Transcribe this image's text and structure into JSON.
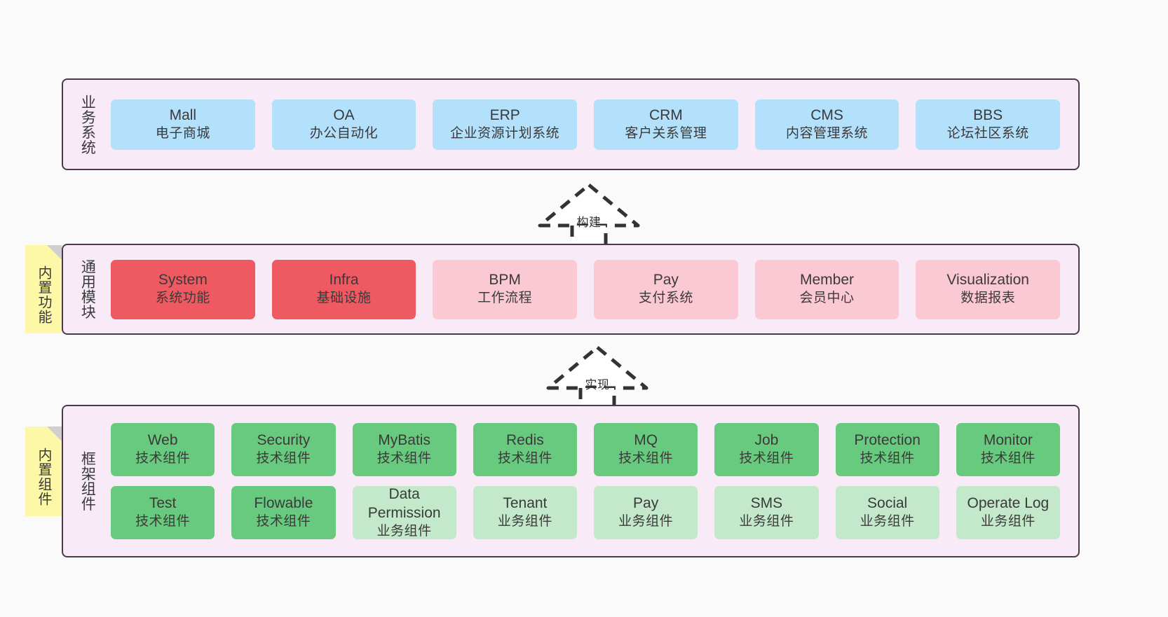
{
  "diagram": {
    "background_color": "#fafafa",
    "panel_color": "#f8eaf6",
    "panel_border_color": "#4a3b4a",
    "sticky_color": "#fdf8a7"
  },
  "layers": [
    {
      "id": "business-system",
      "title": "业务系统",
      "card_color": "#b3e0fb",
      "cards": [
        {
          "en": "Mall",
          "cn": "电子商城"
        },
        {
          "en": "OA",
          "cn": "办公自动化"
        },
        {
          "en": "ERP",
          "cn": "企业资源计划系统"
        },
        {
          "en": "CRM",
          "cn": "客户关系管理"
        },
        {
          "en": "CMS",
          "cn": "内容管理系统"
        },
        {
          "en": "BBS",
          "cn": "论坛社区系统"
        }
      ]
    },
    {
      "id": "common-module",
      "title": "通用模块",
      "sticky": "内置功能",
      "card_colors": {
        "core": "#ef5a62",
        "extra": "#fbc9d3"
      },
      "cards": [
        {
          "en": "System",
          "cn": "系统功能",
          "tone": "core"
        },
        {
          "en": "Infra",
          "cn": "基础设施",
          "tone": "core"
        },
        {
          "en": "BPM",
          "cn": "工作流程",
          "tone": "extra"
        },
        {
          "en": "Pay",
          "cn": "支付系统",
          "tone": "extra"
        },
        {
          "en": "Member",
          "cn": "会员中心",
          "tone": "extra"
        },
        {
          "en": "Visualization",
          "cn": "数据报表",
          "tone": "extra"
        }
      ]
    },
    {
      "id": "framework-component",
      "title": "框架组件",
      "sticky": "内置组件",
      "card_colors": {
        "tech": "#68ca7e",
        "biz": "#c3e9ca"
      },
      "rows": [
        [
          {
            "en": "Web",
            "cn": "技术组件",
            "tone": "tech"
          },
          {
            "en": "Security",
            "cn": "技术组件",
            "tone": "tech"
          },
          {
            "en": "MyBatis",
            "cn": "技术组件",
            "tone": "tech"
          },
          {
            "en": "Redis",
            "cn": "技术组件",
            "tone": "tech"
          },
          {
            "en": "MQ",
            "cn": "技术组件",
            "tone": "tech"
          },
          {
            "en": "Job",
            "cn": "技术组件",
            "tone": "tech"
          },
          {
            "en": "Protection",
            "cn": "技术组件",
            "tone": "tech"
          },
          {
            "en": "Monitor",
            "cn": "技术组件",
            "tone": "tech"
          }
        ],
        [
          {
            "en": "Test",
            "cn": "技术组件",
            "tone": "tech"
          },
          {
            "en": "Flowable",
            "cn": "技术组件",
            "tone": "tech"
          },
          {
            "en": "Data Permission",
            "cn": "业务组件",
            "tone": "biz"
          },
          {
            "en": "Tenant",
            "cn": "业务组件",
            "tone": "biz"
          },
          {
            "en": "Pay",
            "cn": "业务组件",
            "tone": "biz"
          },
          {
            "en": "SMS",
            "cn": "业务组件",
            "tone": "biz"
          },
          {
            "en": "Social",
            "cn": "业务组件",
            "tone": "biz"
          },
          {
            "en": "Operate Log",
            "cn": "业务组件",
            "tone": "biz"
          }
        ]
      ]
    }
  ],
  "connectors": [
    {
      "id": "build",
      "label": "构建",
      "style": "dashed-generalization",
      "direction": "up"
    },
    {
      "id": "realize",
      "label": "实现",
      "style": "dashed-generalization",
      "direction": "up"
    }
  ]
}
